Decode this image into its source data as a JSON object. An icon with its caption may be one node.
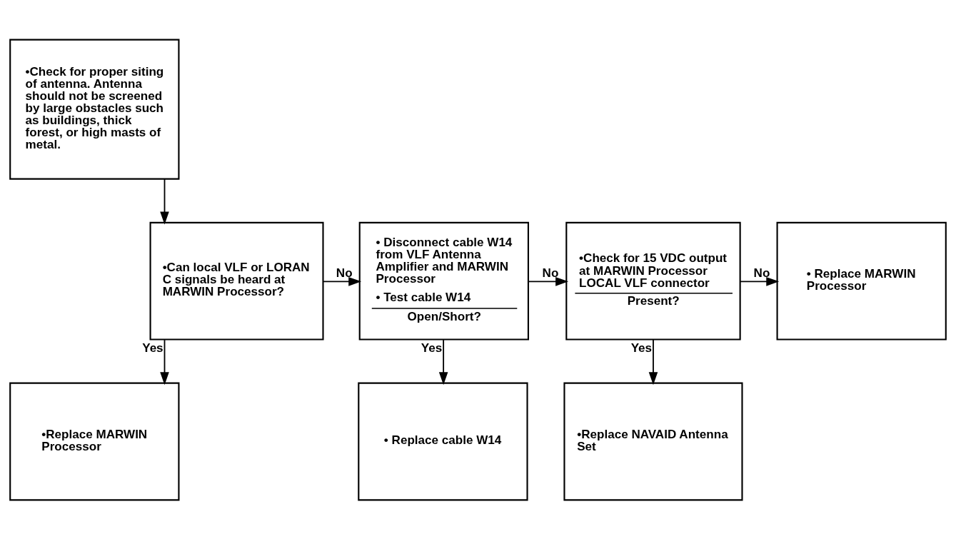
{
  "diagram": {
    "nodes": [
      {
        "text": [
          "•Check for proper siting of antenna. Antenna should not be screened by large obstacles such as buildings, thick forest, or high masts of metal."
        ]
      },
      {
        "text": [
          "•Can local VLF or LORAN C signals be heard at MARWIN Processor?"
        ]
      },
      {
        "text": [
          "• Disconnect cable W14 from VLF Antenna Amplifier and MARWIN Processor",
          "• Test cable W14",
          "Open/Short?"
        ]
      },
      {
        "text": [
          "•Check for 15 VDC output at MARWIN Processor LOCAL VLF connector",
          "Present?"
        ]
      },
      {
        "text": [
          "• Replace MARWIN Processor"
        ]
      },
      {
        "text": [
          "•Replace MARWIN Processor"
        ]
      },
      {
        "text": [
          "• Replace cable W14"
        ]
      },
      {
        "text": [
          "•Replace NAVAID Antenna Set"
        ]
      }
    ],
    "edges": [
      {
        "from": 0,
        "to": 1,
        "arrow": "to"
      },
      {
        "from": 1,
        "to": 2,
        "arrow": "to",
        "label": "No"
      },
      {
        "from": 2,
        "to": 3,
        "arrow": "to",
        "label": "No"
      },
      {
        "from": 3,
        "to": 4,
        "arrow": "to",
        "label": "No"
      },
      {
        "from": 1,
        "to": 5,
        "arrow": "to",
        "label": "Yes"
      },
      {
        "from": 2,
        "to": 6,
        "arrow": "to",
        "label": "Yes"
      },
      {
        "from": 3,
        "to": 7,
        "arrow": "to",
        "label": "Yes"
      }
    ]
  }
}
